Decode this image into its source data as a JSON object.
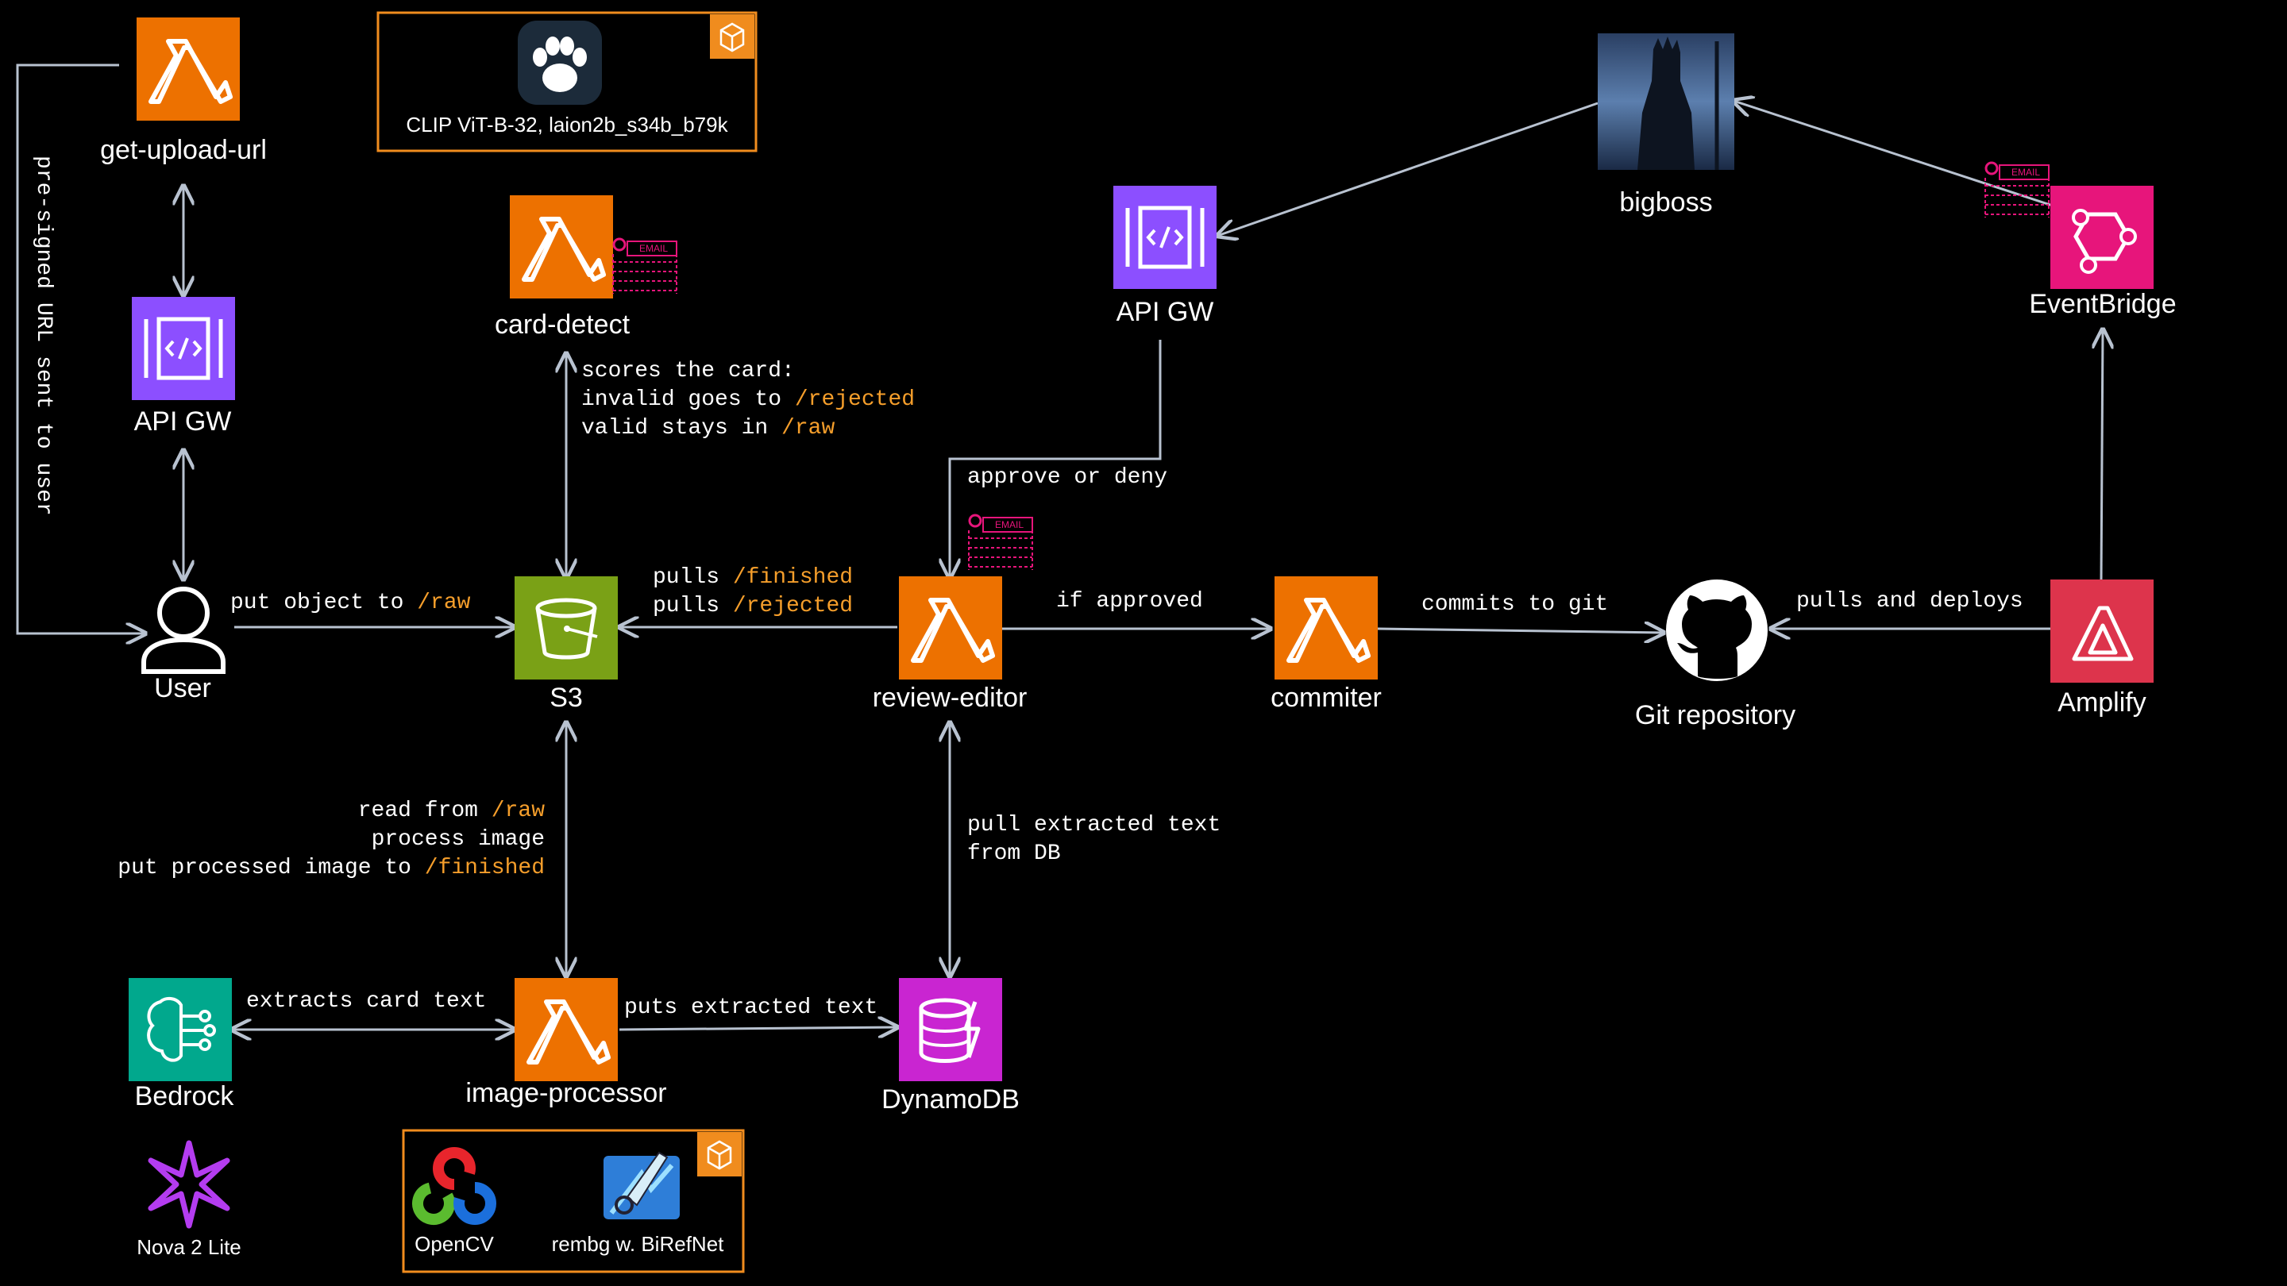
{
  "nodes": {
    "get_upload_url": "get-upload-url",
    "api_gw_left": "API GW",
    "user": "User",
    "card_detect": "card-detect",
    "s3": "S3",
    "review_editor": "review-editor",
    "commiter": "commiter",
    "git_repository": "Git repository",
    "amplify": "Amplify",
    "eventbridge": "EventBridge",
    "api_gw_right": "API GW",
    "bigboss": "bigboss",
    "bedrock": "Bedrock",
    "image_processor": "image-processor",
    "dynamodb": "DynamoDB",
    "nova": "Nova 2 Lite"
  },
  "packages": {
    "clip": "CLIP ViT-B-32, laion2b_s34b_b79k",
    "opencv": "OpenCV",
    "rembg": "rembg w. BiRefNet"
  },
  "edges": {
    "presigned": "pre-signed URL sent to user",
    "put_object": "put object to ",
    "put_object_path": "/raw",
    "scores_1": "scores the card:",
    "scores_2a": "invalid goes to ",
    "scores_2b": "/rejected",
    "scores_3a": "valid stays in ",
    "scores_3b": "/raw",
    "pulls_1a": "pulls ",
    "pulls_1b": "/finished",
    "pulls_2a": "pulls ",
    "pulls_2b": "/rejected",
    "approve": "approve or deny",
    "if_approved": "if approved",
    "commits": "commits to git",
    "pulls_deploys": "pulls and deploys",
    "read_1a": "read from ",
    "read_1b": "/raw",
    "read_2": "process image",
    "read_3a": "put processed image to ",
    "read_3b": "/finished",
    "pull_text_1": "pull extracted text",
    "pull_text_2": "from DB",
    "extracts": "extracts card text",
    "puts_extracted": "puts extracted text"
  },
  "badges": {
    "email": "EMAIL"
  },
  "colors": {
    "lambda": "#ed7100",
    "api_gateway": "#8c4fff",
    "s3": "#7aa116",
    "eventbridge": "#e7157b",
    "amplify": "#dd344c",
    "bedrock": "#01a88d",
    "dynamodb": "#c925d1",
    "highlight": "#f59e2b",
    "arrow": "#b8c2d0"
  }
}
